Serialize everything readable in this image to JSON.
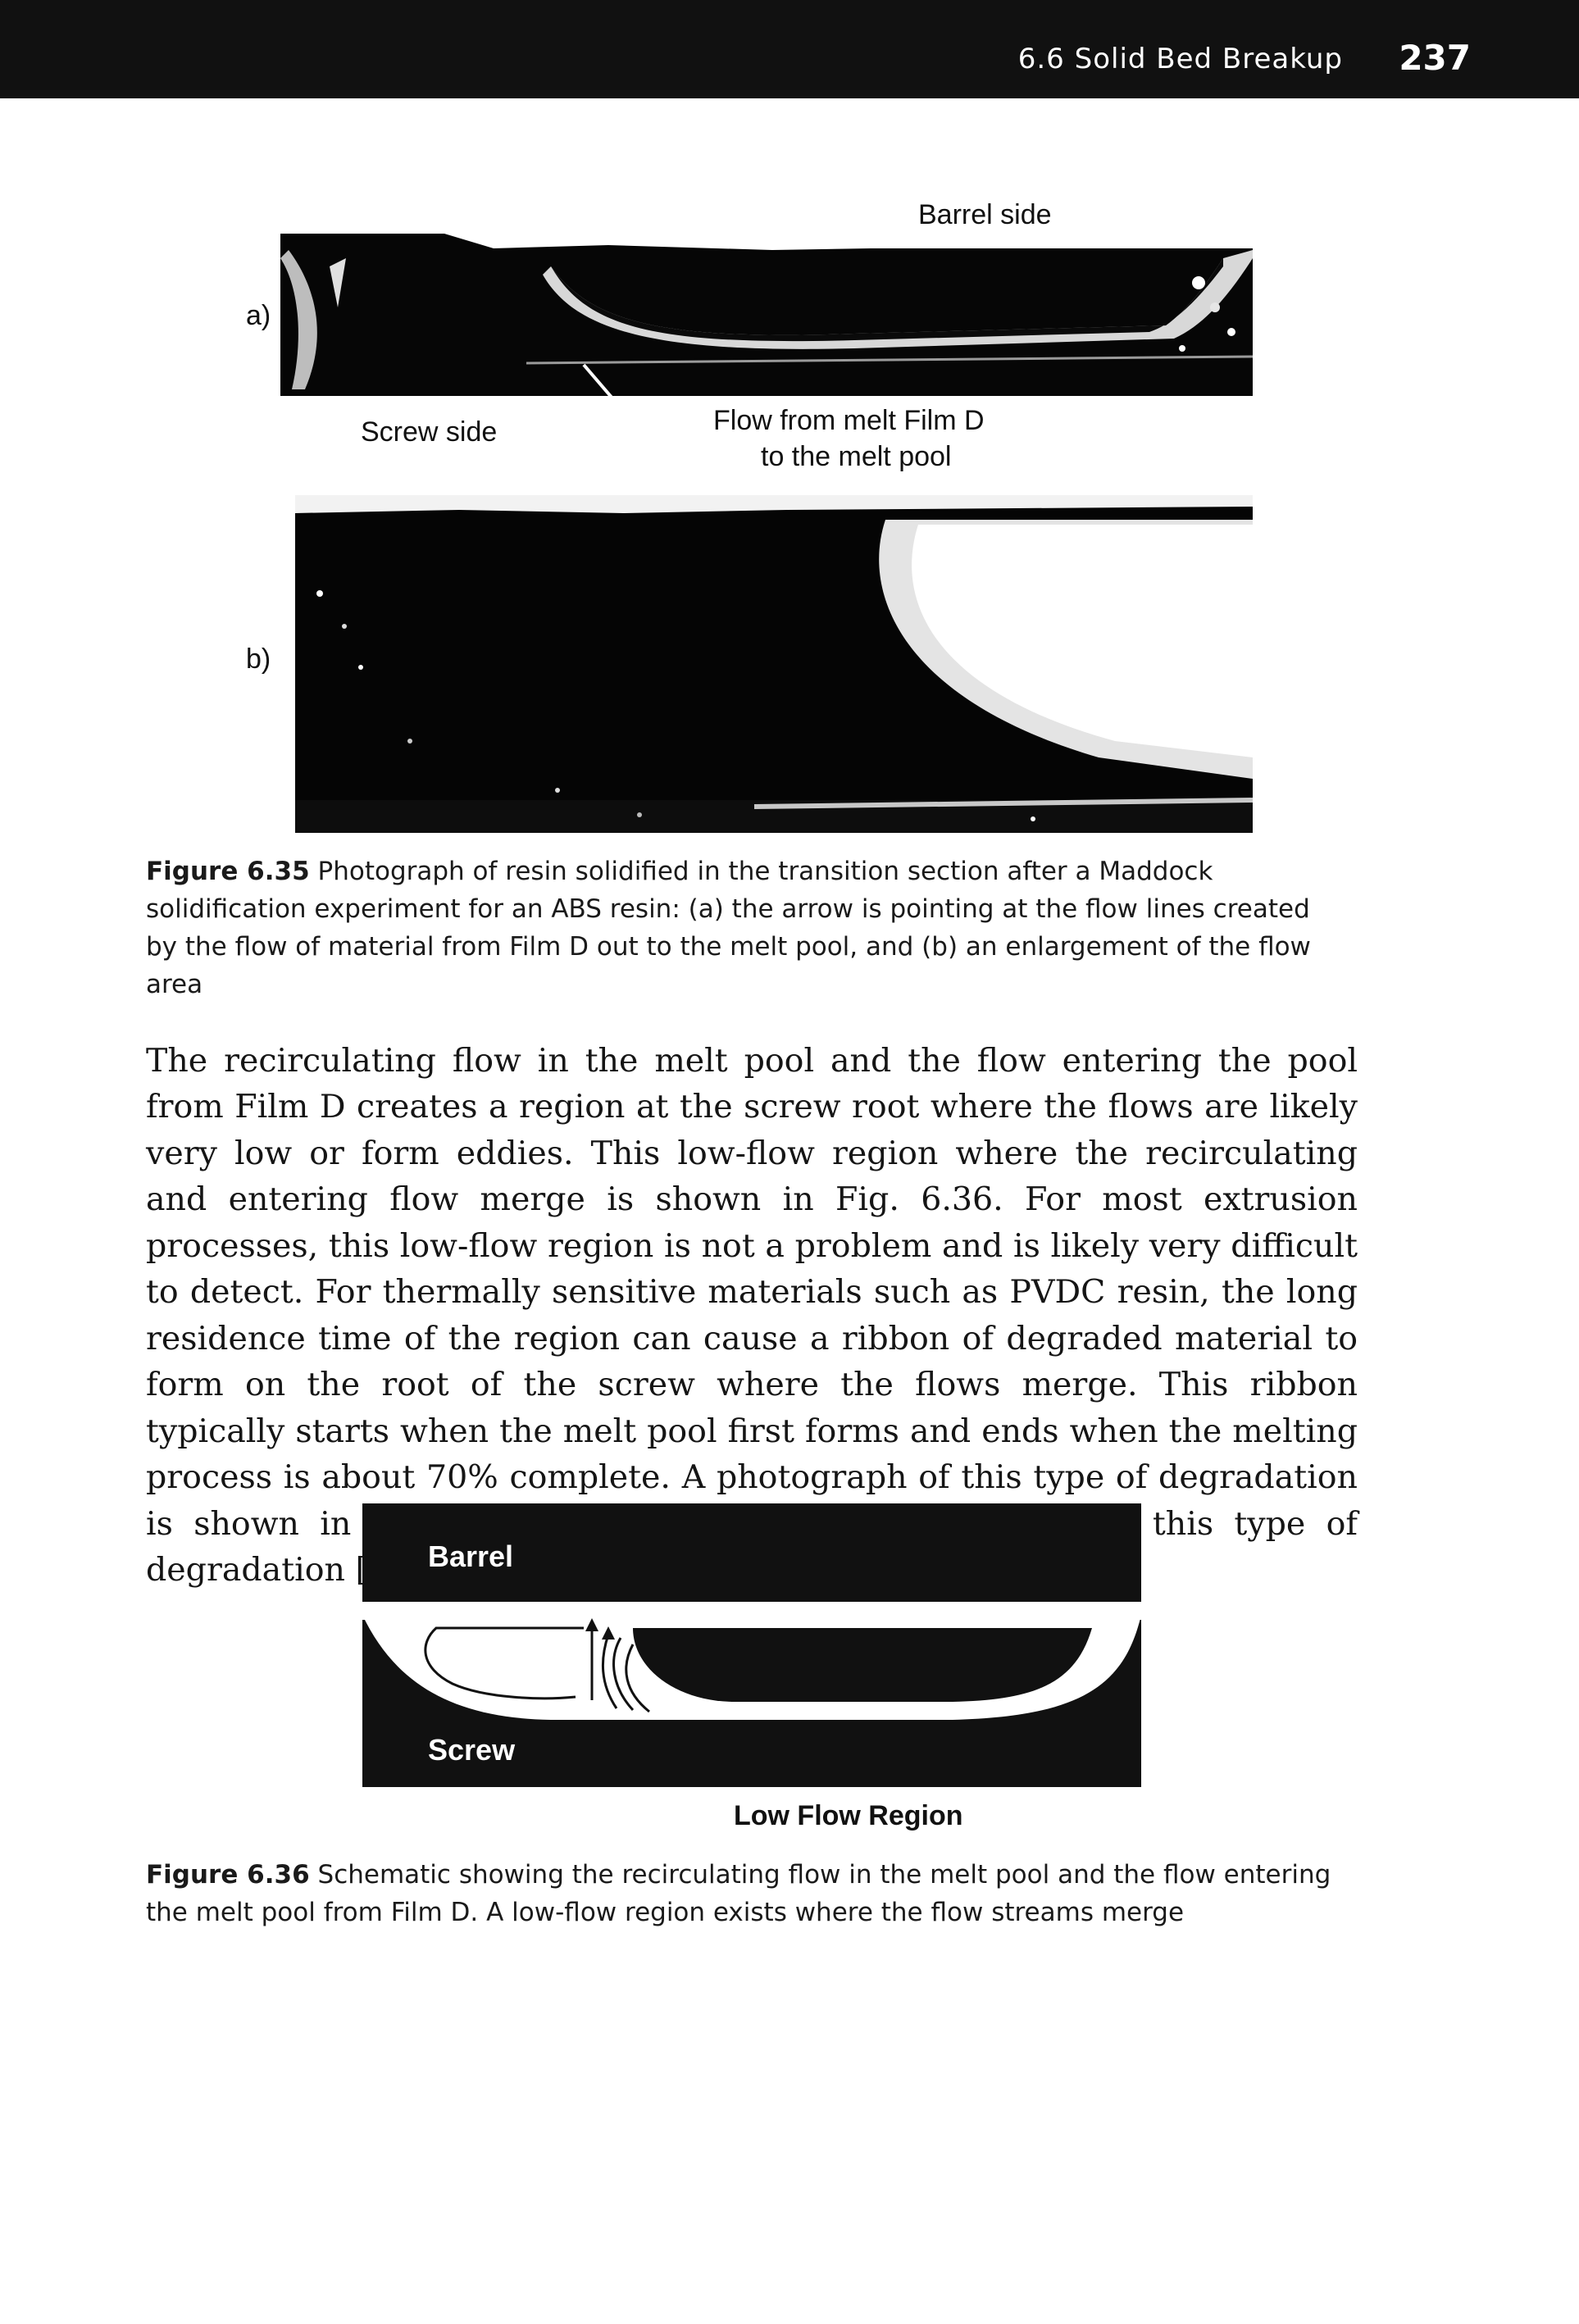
{
  "header": {
    "section": "6.6 Solid Bed Breakup",
    "page_number": "237"
  },
  "figure_635": {
    "label_a": "a)",
    "label_b": "b)",
    "barrel_side": "Barrel side",
    "screw_side": "Screw side",
    "flow_label_line1": "Flow from melt Film D",
    "flow_label_line2": "to the melt pool",
    "caption_number": "Figure 6.35",
    "caption_text": "Photograph of resin solidified in the transition section after a Maddock solidification experiment for an ABS resin: (a) the arrow is pointing at the flow lines created by the flow of material from Film D out to the melt pool, and (b) an enlargement of the flow area"
  },
  "body": {
    "paragraph": "The recirculating flow in the melt pool and the flow entering the pool from Film D creates a region at the screw root where the flows are likely very low or form eddies. This low-flow region where the recirculating and entering flow merge is shown in Fig. 6.36. For most extrusion processes, this low-flow region is not a problem and is likely very difficult to detect. For thermally sensitive materials such as PVDC resin, the long residence time of the region can cause a ribbon of degraded material to form on the root of the screw where the flows merge. This ribbon typically starts when the melt pool first forms and ends when the melting process is about 70% complete. A photograph of this type of degradation is shown in Fig. 6.37. Processing changes can mitigate this type of degradation [64]."
  },
  "figure_636": {
    "barrel": "Barrel",
    "screw": "Screw",
    "low_flow_region": "Low Flow Region",
    "caption_number": "Figure 6.36",
    "caption_text": "Schematic showing the recirculating flow in the melt pool and the flow entering the melt pool from Film D. A low-flow region exists where the flow streams merge"
  }
}
